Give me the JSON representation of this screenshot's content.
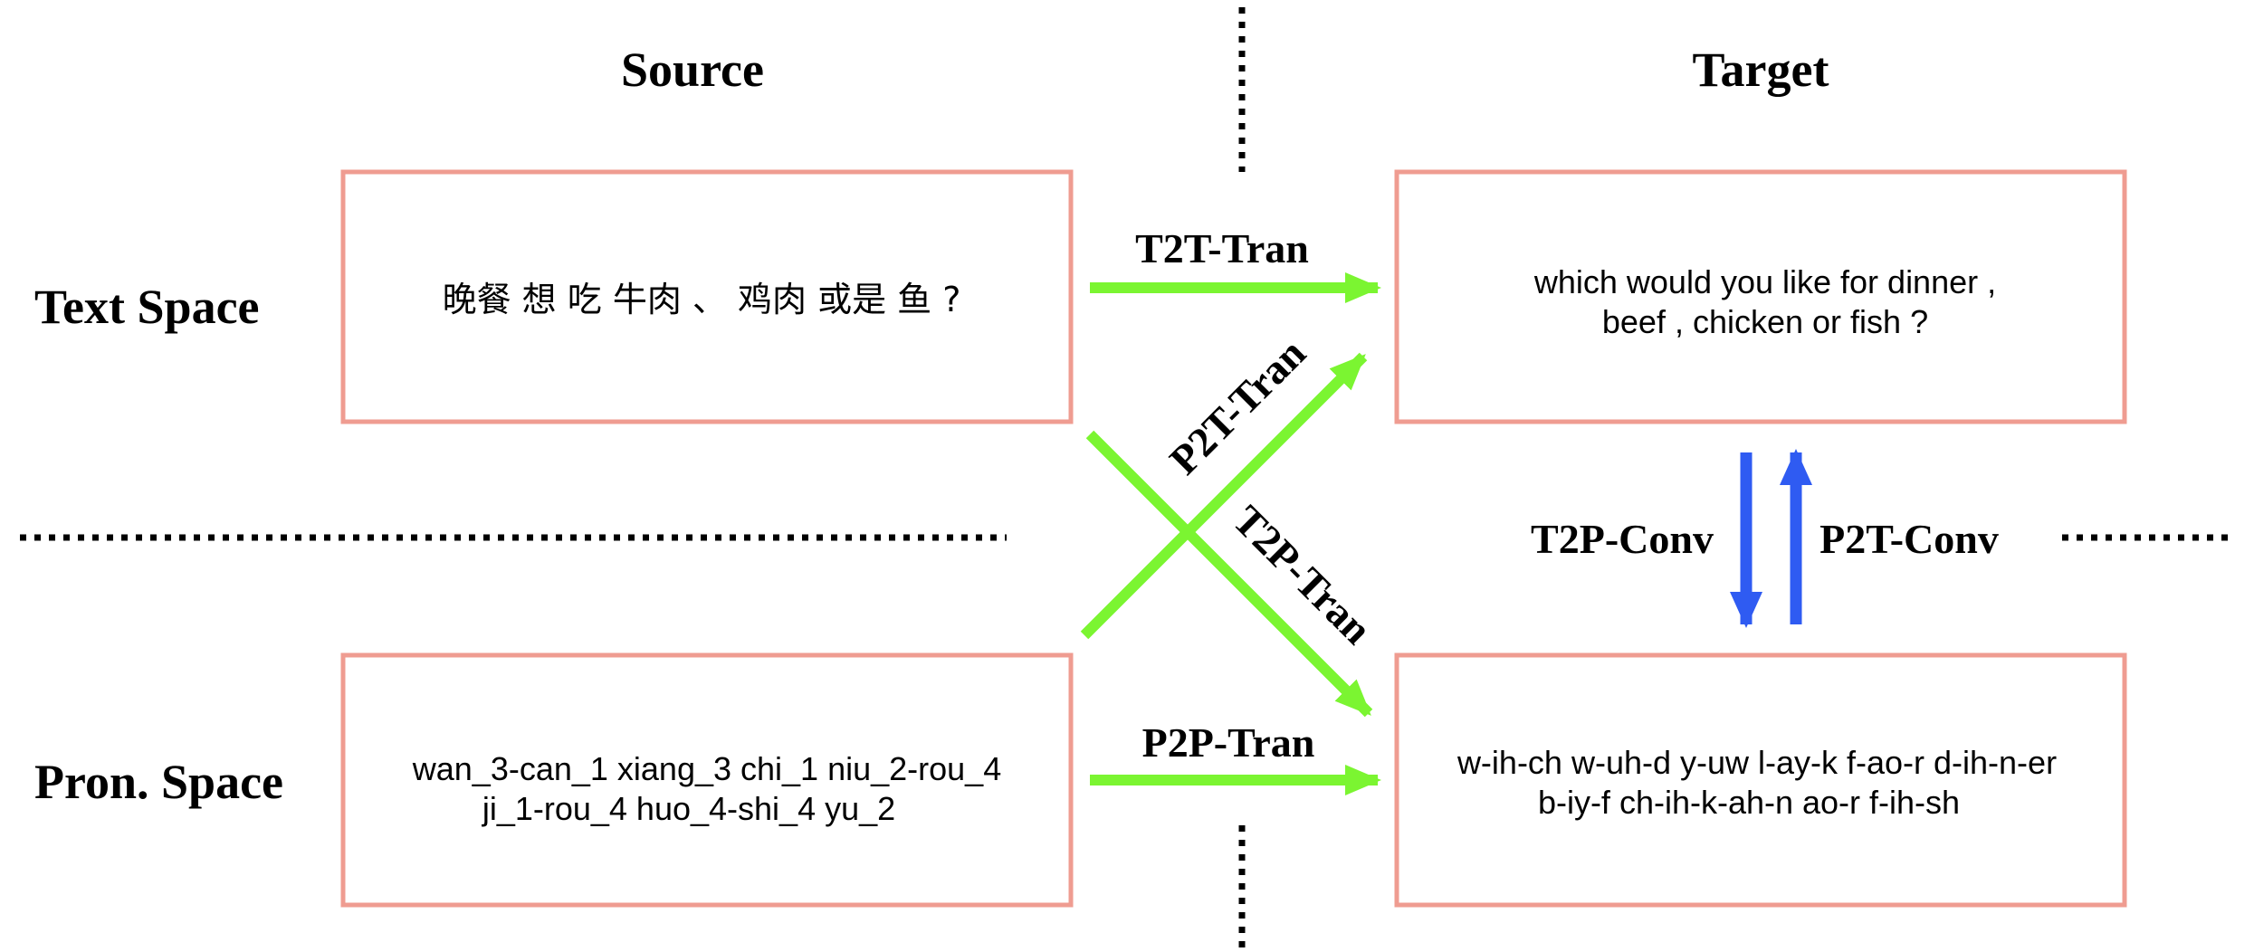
{
  "columns": {
    "source": "Source",
    "target": "Target"
  },
  "rows": {
    "text_space": "Text Space",
    "pron_space": "Pron. Space"
  },
  "boxes": {
    "source_text": [
      "晚餐 想 吃 牛肉 、 鸡肉 或是 鱼 ?"
    ],
    "target_text": [
      "which would you like for dinner ,",
      "beef , chicken or fish ?"
    ],
    "source_pron": [
      "wan_3-can_1 xiang_3 chi_1 niu_2-rou_4",
      "ji_1-rou_4 huo_4-shi_4 yu_2"
    ],
    "target_pron": [
      "w-ih-ch w-uh-d y-uw l-ay-k f-ao-r d-ih-n-er",
      "b-iy-f ch-ih-k-ah-n ao-r f-ih-sh"
    ]
  },
  "arrows": {
    "t2t": "T2T-Tran",
    "p2t": "P2T-Tran",
    "t2p": "T2P-Tran",
    "p2p": "P2P-Tran",
    "t2p_conv": "T2P-Conv",
    "p2t_conv": "P2T-Conv"
  },
  "colors": {
    "box_border": "#ef9c91",
    "translation_arrow": "#7bf531",
    "conversion_arrow": "#2f5bf2",
    "divider": "#000000"
  }
}
